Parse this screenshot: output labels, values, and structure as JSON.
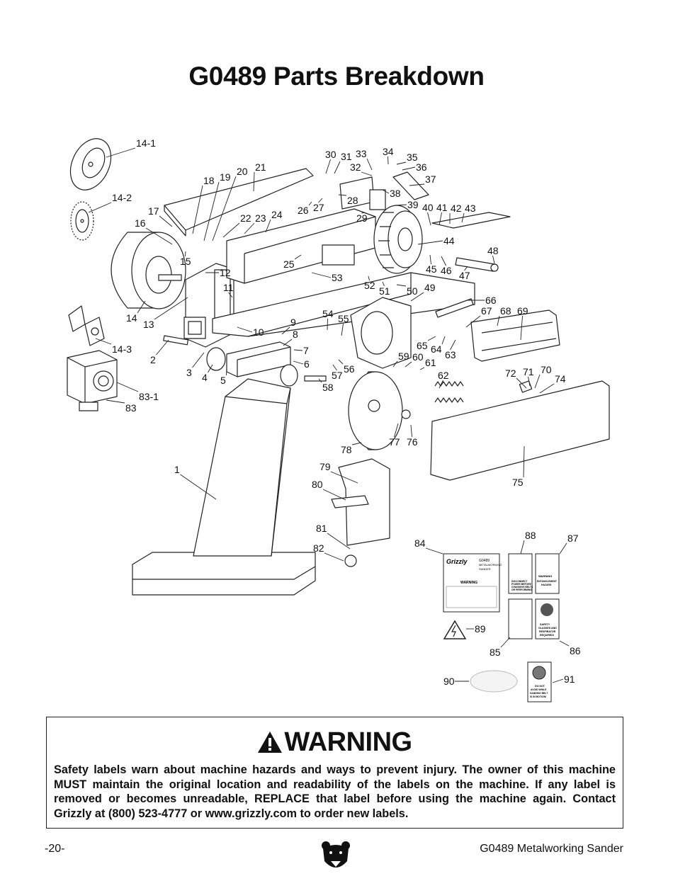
{
  "page": {
    "title": "G0489 Parts Breakdown",
    "page_number": "-20-",
    "footer_title": "G0489 Metalworking Sander"
  },
  "warning": {
    "heading": "WARNING",
    "text": "Safety labels warn about machine hazards and ways to prevent injury. The owner of this machine MUST maintain the original location and readability of the labels on the machine. If any label is removed or becomes unreadable, REPLACE that label before using the machine again. Contact Grizzly at (800) 523-4777 or www.grizzly.com to order new labels."
  },
  "labels_art": {
    "brand": "Grizzly",
    "model_plate": [
      "G0489",
      "METALWORKING",
      "SANDER"
    ],
    "plate_warning": "WARNING",
    "label_88": [
      "DISCONNECT",
      "POWER BEFORE",
      "CHANGING BELTS",
      "OR PERFORMING",
      "MAINTENANCE!"
    ],
    "label_87": [
      "ENTANGLEMENT",
      "HAZARD"
    ],
    "label_86": [
      "SAFETY",
      "GLASSES AND",
      "RESPIRATOR",
      "REQUIRED!"
    ],
    "label_91": [
      "DO NOT",
      "AVOID WHILE",
      "SANDING BELT",
      "IS IN MOTION!"
    ],
    "label_warning": "WARNING"
  },
  "callouts": [
    {
      "text": "14-1"
    },
    {
      "text": "14-2"
    },
    {
      "text": "17"
    },
    {
      "text": "16"
    },
    {
      "text": "15"
    },
    {
      "text": "14"
    },
    {
      "text": "13"
    },
    {
      "text": "14-3"
    },
    {
      "text": "2"
    },
    {
      "text": "3"
    },
    {
      "text": "4"
    },
    {
      "text": "5"
    },
    {
      "text": "83-1"
    },
    {
      "text": "83"
    },
    {
      "text": "1"
    },
    {
      "text": "18"
    },
    {
      "text": "19"
    },
    {
      "text": "20"
    },
    {
      "text": "21"
    },
    {
      "text": "22"
    },
    {
      "text": "23"
    },
    {
      "text": "24"
    },
    {
      "text": "26"
    },
    {
      "text": "27"
    },
    {
      "text": "28"
    },
    {
      "text": "29"
    },
    {
      "text": "30"
    },
    {
      "text": "31"
    },
    {
      "text": "32"
    },
    {
      "text": "33"
    },
    {
      "text": "34"
    },
    {
      "text": "35"
    },
    {
      "text": "36"
    },
    {
      "text": "37"
    },
    {
      "text": "38"
    },
    {
      "text": "39"
    },
    {
      "text": "40"
    },
    {
      "text": "41"
    },
    {
      "text": "42"
    },
    {
      "text": "43"
    },
    {
      "text": "44"
    },
    {
      "text": "45"
    },
    {
      "text": "46"
    },
    {
      "text": "47"
    },
    {
      "text": "48"
    },
    {
      "text": "12"
    },
    {
      "text": "11"
    },
    {
      "text": "25"
    },
    {
      "text": "53"
    },
    {
      "text": "52"
    },
    {
      "text": "51"
    },
    {
      "text": "50"
    },
    {
      "text": "49"
    },
    {
      "text": "66"
    },
    {
      "text": "67"
    },
    {
      "text": "68"
    },
    {
      "text": "69"
    },
    {
      "text": "10"
    },
    {
      "text": "9"
    },
    {
      "text": "8"
    },
    {
      "text": "7"
    },
    {
      "text": "6"
    },
    {
      "text": "54"
    },
    {
      "text": "55"
    },
    {
      "text": "56"
    },
    {
      "text": "57"
    },
    {
      "text": "58"
    },
    {
      "text": "59"
    },
    {
      "text": "60"
    },
    {
      "text": "61"
    },
    {
      "text": "65"
    },
    {
      "text": "64"
    },
    {
      "text": "63"
    },
    {
      "text": "62"
    },
    {
      "text": "72"
    },
    {
      "text": "71"
    },
    {
      "text": "70"
    },
    {
      "text": "74"
    },
    {
      "text": "78"
    },
    {
      "text": "77"
    },
    {
      "text": "76"
    },
    {
      "text": "75"
    },
    {
      "text": "79"
    },
    {
      "text": "80"
    },
    {
      "text": "81"
    },
    {
      "text": "82"
    },
    {
      "text": "84"
    },
    {
      "text": "88"
    },
    {
      "text": "87"
    },
    {
      "text": "89"
    },
    {
      "text": "85"
    },
    {
      "text": "86"
    },
    {
      "text": "90"
    },
    {
      "text": "91"
    }
  ]
}
